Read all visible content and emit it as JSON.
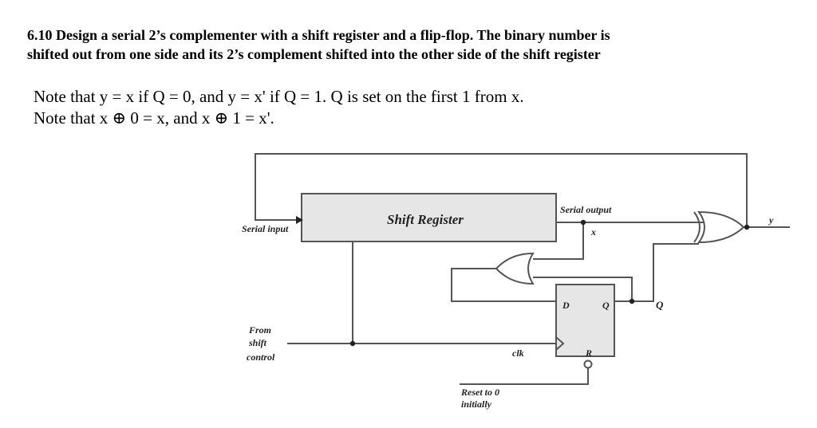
{
  "problem": {
    "line1": "6.10 Design a serial 2’s complementer with a shift register and a flip-flop. The binary number is",
    "line2": "shifted out from one side and its 2’s complement shifted into the other side of the shift register"
  },
  "notes": {
    "line1": "Note that y = x if Q = 0, and y = x' if Q = 1. Q is set on the first 1 from x.",
    "line2": "Note that x ⊕ 0 = x, and x ⊕ 1 = x'."
  },
  "diagram": {
    "shift_register": "Shift Register",
    "serial_input": "Serial input",
    "serial_output": "Serial output",
    "x": "x",
    "y": "y",
    "d": "D",
    "q_ff": "Q",
    "r": "R",
    "q_wire": "Q",
    "clk": "clk",
    "from_shift_control": [
      "From",
      "shift",
      "control"
    ],
    "reset": [
      "Reset to 0",
      "initially"
    ]
  }
}
